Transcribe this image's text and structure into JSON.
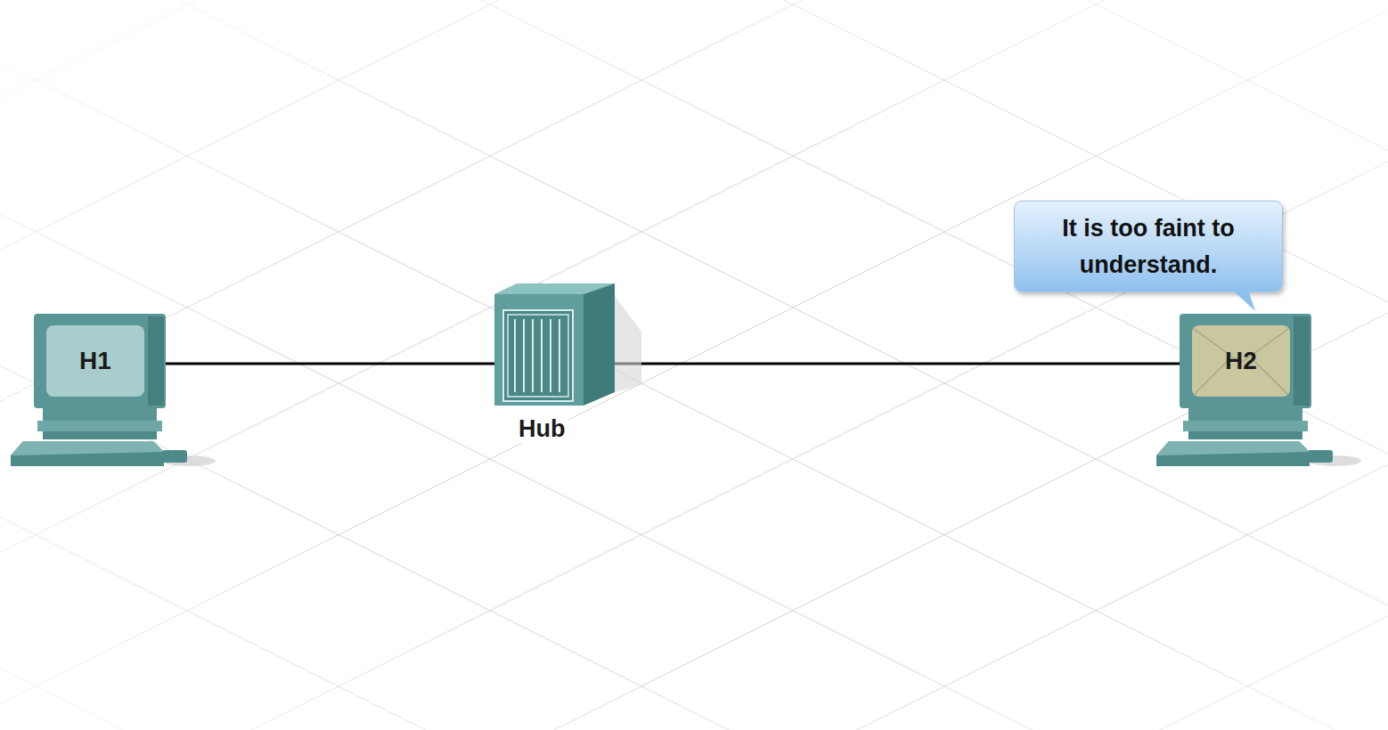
{
  "diagram": {
    "nodes": [
      {
        "text": [
          "H1"
        ]
      },
      {
        "text": [
          "Hub"
        ]
      },
      {
        "text": [
          "It is too faint to understand."
        ]
      },
      {
        "text": [
          "H2"
        ]
      }
    ],
    "edges": [
      {
        "from": 0,
        "to": 1,
        "arrow": "none"
      },
      {
        "from": 1,
        "to": 3,
        "arrow": "none"
      }
    ]
  }
}
